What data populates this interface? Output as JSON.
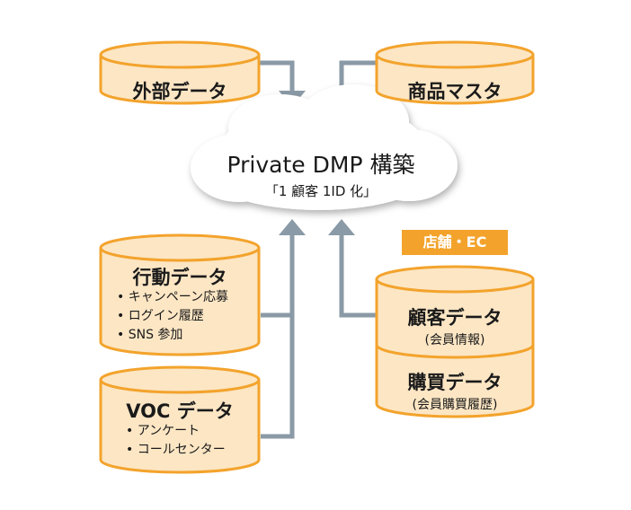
{
  "cloud": {
    "title": "Private DMP 構築",
    "subtitle": "「1 顧客 1ID 化」"
  },
  "external": {
    "title": "外部データ"
  },
  "products": {
    "title": "商品マスタ"
  },
  "behavior": {
    "title": "行動データ",
    "items": [
      "キャンペーン応募",
      "ログイン履歴",
      "SNS 参加"
    ]
  },
  "voc": {
    "title": "VOC データ",
    "items": [
      "アンケート",
      "コールセンター"
    ]
  },
  "badge": {
    "label": "店舗・EC"
  },
  "customer": {
    "title": "顧客データ",
    "sub": "(会員情報)"
  },
  "purchase": {
    "title": "購買データ",
    "sub": "(会員購買履歴)"
  },
  "colors": {
    "fill": "#fce6c4",
    "stroke": "#f3a32c",
    "arrow": "#8a9aa6",
    "badge": "#f3a32c"
  }
}
